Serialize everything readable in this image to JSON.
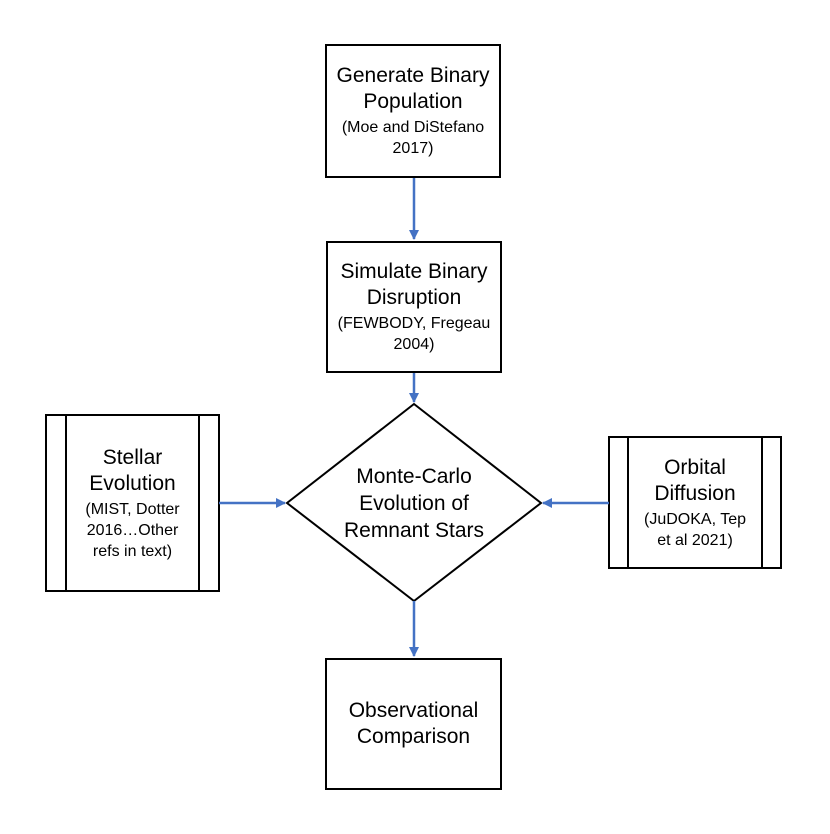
{
  "nodes": {
    "generate": {
      "title_lines": [
        "Generate Binary",
        "Population"
      ],
      "ref_lines": [
        "(Moe and DiStefano",
        "2017)"
      ]
    },
    "disruption": {
      "title_lines": [
        "Simulate Binary",
        "Disruption"
      ],
      "ref_lines": [
        "(FEWBODY, Fregeau",
        "2004)"
      ]
    },
    "monte_carlo": {
      "title_lines": [
        "Monte-Carlo",
        "Evolution of",
        "Remnant Stars"
      ]
    },
    "stellar": {
      "title_lines": [
        "Stellar",
        "Evolution"
      ],
      "ref_lines": [
        "(MIST, Dotter",
        "2016…Other",
        "refs in text)"
      ]
    },
    "orbital": {
      "title_lines": [
        "Orbital",
        "Diffusion"
      ],
      "ref_lines": [
        "(JuDOKA, Tep",
        "et al 2021)"
      ]
    },
    "observational": {
      "title_lines": [
        "Observational",
        "Comparison"
      ]
    }
  },
  "colors": {
    "arrow": "#4472C4",
    "border": "#000000"
  }
}
